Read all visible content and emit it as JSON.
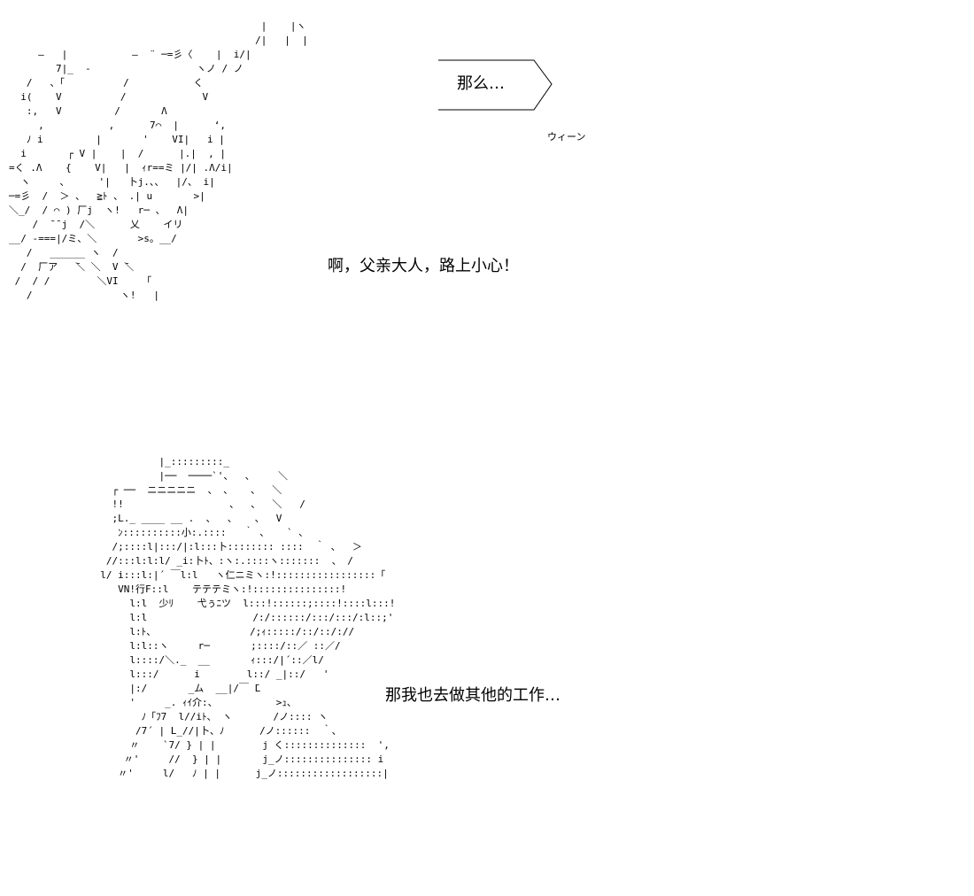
{
  "panels": [
    {
      "ascii_art": "                                           |    |ヽ\n                                          /|   |  |\n     ―   |           ―  ¨ ─=彡〈    |  i/|\n        7|_  -                  ヽノ / ノ\n   /   、「          /           く\n  i(    V          /             V\n   :,   V         /       Λ\n     ,           ,      7⌒  |      ‘,\n   ﾉ i         |       '    VI|   i |\n  i       ┌ V |    |  /      |.|  , |\n=く .Λ    {    V|   |  ｨr==ミ |/| .Λ/i|\n  ヽ     、     '|   卜j.、、  |/、 i|\n─=彡  /  ＞ 、  ≧ﾄ 、 .| u       >|\n＼_/  / ⌒ ) 厂j  ヽ!   r─ 、  Λ|\n    /  ̄ ̄ j  /＼      乂    イリ\n__/ -===|/ミ、＼       >s。__/\n   /   ______ ヽ  /\n  /  厂ア   ̄＼ ＼  V ̄＼\n /  / /        ＼VI    「\n   /               ヽ!   |",
      "dialogue": "啊，父亲大人，路上小心！",
      "bubble_text": "那么…",
      "sfx": "ウィーン"
    },
    {
      "ascii_art": "            |_:::::::::_\n            |──  ────`'、  、    ＼\n    ┌ ──  ニニニニニ  、 、   、  ＼\n    !!                  、  、  ＼   /\n    ;L._ ____ __ .  、  、   、  V\n     ﾝ::::::::::小:.::::   ｀ 、   ` 、\n    /;::::l|:::/|:l:::卜:::::::: ::::  ｀ 、  ＞\n   //:::l:l:l/ _i:卜ﾄ、:ヽ:.::::ヽ:::::::  、 /\n  l/ i:::l:|´ ￣l:l   ヽ仁ニミヽ:!:::::::::::::::::「\n     VN!行F::l    テテテミヽ:!:::::::::::::::!\n       l:l  少ﾘ    弋ぅﾆツ  l:::!::::::;::::!::::l:::!\n       l:l                  /:/::::::/:::/:::/:l::;'\n       l:ﾄ、                /;ｨ:::::/::/::/://\n       l:l::ヽ     r─       ;::::/::／ ::／/\n       l::::/＼._  __       ｨ:::/|´::／l/\n       l:::/      i        l::/ _|::/   '\n       |:/       _ム  __|/￣ ̄L\n       '     _. ｨｲ介:、          >ｭ、\n         ﾉ「ﾌ7  l//iﾄ、 ヽ       /ノ:::: ヽ\n        /7´ | L_//|卜、ﾉ      /ノ::::::  ｀、\n       〃    `7/ } | |        j く::::::::::::::  ',\n      〃'     //  } | |       j_ノ::::::::::::::: i\n     〃'     l/   ﾉ | |      j_ノ::::::::::::::::::|",
      "dialogue": "那我也去做其他的工作…"
    }
  ]
}
